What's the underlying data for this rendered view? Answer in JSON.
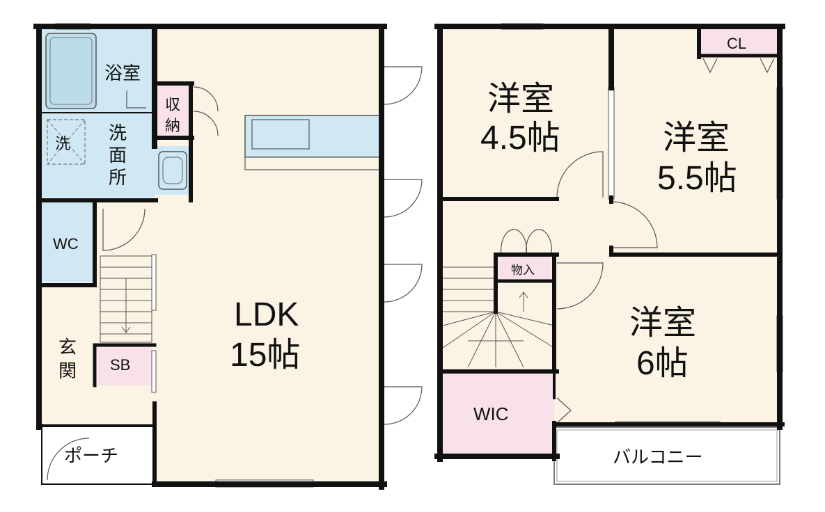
{
  "floor1": {
    "bathroom": "浴室",
    "storage_l1": "収",
    "storage_l2": "納",
    "washer": "洗",
    "washroom_l1": "洗",
    "washroom_l2": "面",
    "washroom_l3": "所",
    "toilet": "WC",
    "entrance_l1": "玄",
    "entrance_l2": "関",
    "shoebox": "SB",
    "porch": "ポーチ",
    "ldk_name": "LDK",
    "ldk_size": "15帖"
  },
  "floor2": {
    "room_a_name": "洋室",
    "room_a_size": "4.5帖",
    "room_b_name": "洋室",
    "room_b_size": "5.5帖",
    "room_c_name": "洋室",
    "room_c_size": "6帖",
    "closet": "CL",
    "storage": "物入",
    "wic": "WIC",
    "balcony": "バルコニー"
  },
  "colors": {
    "wall": "#111111",
    "floor": "#fbf3e4",
    "wet_area": "#cfe8f4",
    "storage": "#f9e1ea"
  }
}
